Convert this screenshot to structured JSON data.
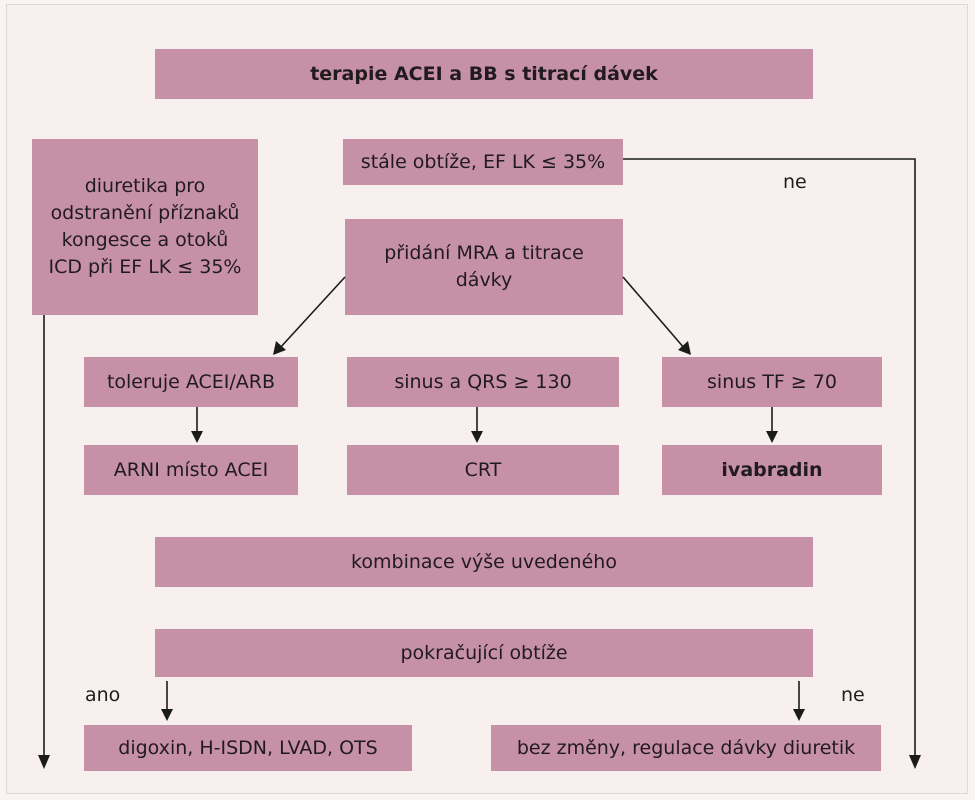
{
  "diagram": {
    "nodes": {
      "start": "terapie ACEI a BB s titrací dávek",
      "diuretics_lines": [
        "diuretika pro",
        "odstranění příznaků",
        "kongesce a otoků",
        "ICD při EF LK ≤ 35%"
      ],
      "persist_ef": "stále obtíže, EF LK ≤ 35%",
      "add_mra_lines": [
        "přidání MRA a titrace",
        "dávky"
      ],
      "tolerate": "toleruje ACEI/ARB",
      "sinus_qrs": "sinus a QRS ≥ 130",
      "sinus_tf": "sinus TF ≥ 70",
      "arni": "ARNI místo ACEI",
      "crt": "CRT",
      "ivabradin": "ivabradin",
      "combination": "kombinace výše uvedeného",
      "continuing": "pokračující obtíže",
      "digoxin": "digoxin, H-ISDN, LVAD, OTS",
      "no_change": "bez změny, regulace dávky diuretik"
    },
    "labels": {
      "ne_top": "ne",
      "ano": "ano",
      "ne_bottom": "ne"
    },
    "colors": {
      "box_fill": "#c690a6",
      "background": "#f7f0ef",
      "line": "#1b1b1b"
    }
  }
}
